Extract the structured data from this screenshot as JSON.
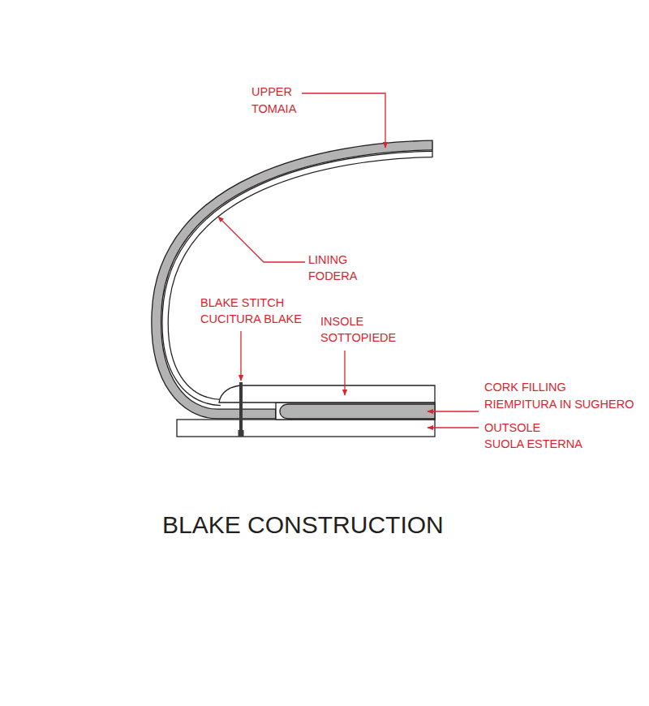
{
  "diagram": {
    "title": "BLAKE CONSTRUCTION",
    "labels": [
      "UPPER",
      "TOMAIA",
      "LINING",
      "FODERA",
      "BLAKE STITCH",
      "CUCITURA BLAKE",
      "INSOLE",
      "SOTTOPIEDE",
      "CORK FILLING",
      "RIEMPITURA IN SUGHERO",
      "OUTSOLE",
      "SUOLA ESTERNA"
    ]
  }
}
